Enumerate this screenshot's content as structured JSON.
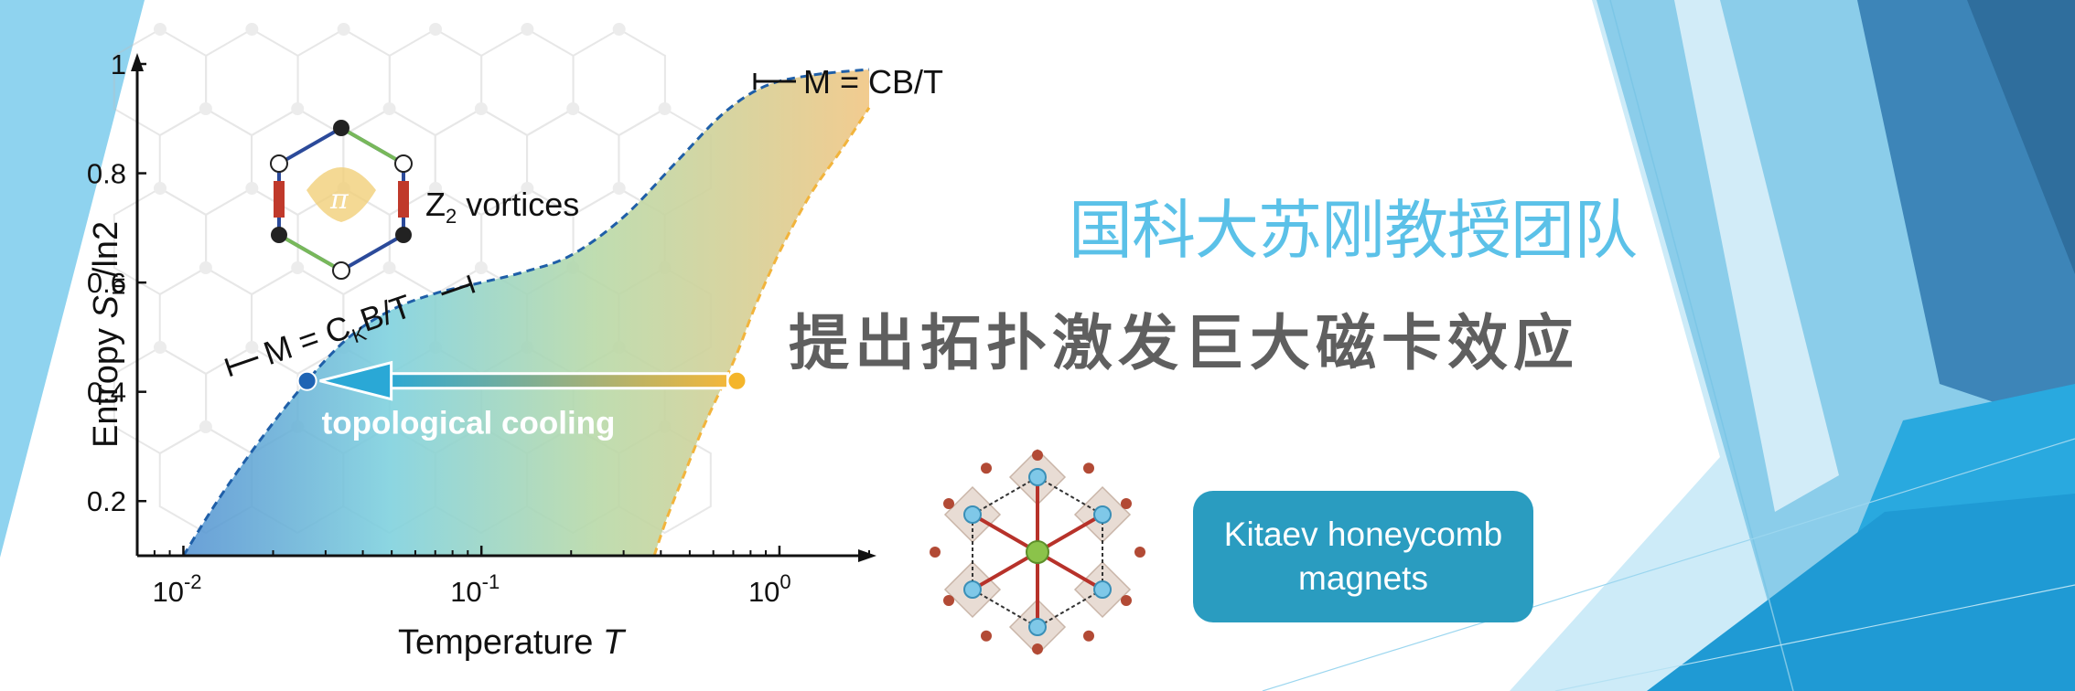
{
  "title_cn": "国科大苏刚教授团队",
  "subtitle_cn": "提出拓扑激发巨大磁卡效应",
  "kitaev_label_line1": "Kitaev honeycomb",
  "kitaev_label_line2": "magnets",
  "colors": {
    "accent_blue": "#5bc1e8",
    "box_blue": "#2a9cc0",
    "curve_blue": "#1f5fa8",
    "curve_orange": "#f2b43c",
    "point_blue": "#1f64b4",
    "point_orange": "#f4b52a"
  },
  "icons": [
    "honeycomb-vortex-icon",
    "kitaev-crystal-icon"
  ],
  "chart_data": {
    "type": "area",
    "xscale": "log",
    "xlim": [
      0.007,
      2
    ],
    "ylim": [
      0.1,
      1.0
    ],
    "xticks": [
      0.01,
      0.1,
      1
    ],
    "xtick_labels": [
      {
        "base": "10",
        "exp": "-2"
      },
      {
        "base": "10",
        "exp": "-1"
      },
      {
        "base": "10",
        "exp": "0"
      }
    ],
    "yticks": [
      0.2,
      0.4,
      0.6,
      0.8,
      1
    ],
    "ytick_labels": [
      "0.2",
      "0.4",
      "0.6",
      "0.8",
      "1"
    ],
    "xlabel_text": "Temperature ",
    "xlabel_var": "T",
    "ylabel_text": "Entropy ",
    "ylabel_var": "S",
    "ylabel_sub": "m",
    "ylabel_tail": "/ln2",
    "series": [
      {
        "x": [
          0.01,
          0.013,
          0.018,
          0.026,
          0.036,
          0.05,
          0.07,
          0.1,
          0.14,
          0.2,
          0.3,
          0.45,
          0.65,
          0.9,
          1.3,
          2.0
        ],
        "y": [
          0.1,
          0.2,
          0.31,
          0.42,
          0.5,
          0.55,
          0.58,
          0.6,
          0.62,
          0.65,
          0.72,
          0.82,
          0.91,
          0.96,
          0.98,
          0.99
        ]
      },
      {
        "x": [
          0.38,
          0.42,
          0.48,
          0.55,
          0.63,
          0.72,
          0.82,
          0.95,
          1.1,
          1.3,
          1.6,
          2.0
        ],
        "y": [
          0.1,
          0.17,
          0.25,
          0.33,
          0.4,
          0.47,
          0.55,
          0.63,
          0.7,
          0.77,
          0.84,
          0.92
        ]
      }
    ],
    "points": [
      {
        "x": 0.026,
        "y": 0.42,
        "color": "#1f64b4"
      },
      {
        "x": 0.72,
        "y": 0.42,
        "color": "#f4b52a"
      }
    ],
    "annotations": {
      "cooling": "topological cooling",
      "vortex_label": "vortices",
      "vortex_symbol": "Z",
      "vortex_sub": "2",
      "ck_pre": "M = C",
      "ck_sub": "K",
      "ck_post": "B/T",
      "cb": "M = CB/T"
    }
  }
}
